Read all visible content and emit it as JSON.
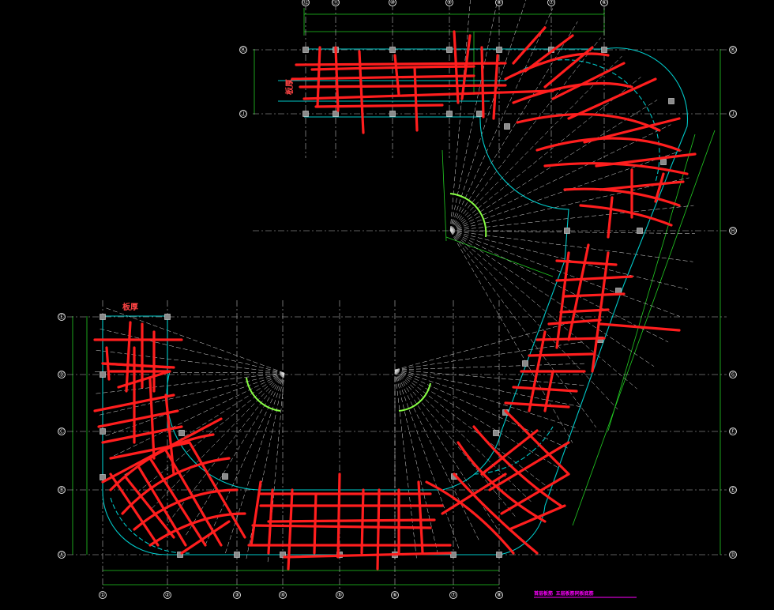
{
  "drawing": {
    "caption": "首层板筋 五层板筋同板底筋",
    "note_top": "板厚",
    "note_left": "板厚"
  },
  "grid_axes": {
    "top": [
      "⑫",
      "⑪",
      "⑩",
      "⑨",
      "⑧",
      "⑦",
      "⑥"
    ],
    "bottom": [
      "①",
      "②",
      "③",
      "④",
      "⑤",
      "⑥",
      "⑦",
      "⑧"
    ],
    "left": [
      "Ⓔ",
      "Ⓓ",
      "Ⓒ",
      "Ⓑ",
      "Ⓐ"
    ],
    "right": [
      "Ⓚ",
      "Ⓙ",
      "Ⓗ",
      "Ⓖ",
      "Ⓕ",
      "Ⓔ",
      "Ⓓ",
      "Ⓒ"
    ],
    "upper_left": [
      "Ⓚ",
      "Ⓙ"
    ]
  },
  "colors": {
    "background": "#000000",
    "grid": "#ffffff",
    "dimension": "#00ff00",
    "slab_edge": "#00c8c8",
    "rebar": "#ff1e1e",
    "caption": "#ff00ff",
    "column": "#9a9a9a"
  }
}
